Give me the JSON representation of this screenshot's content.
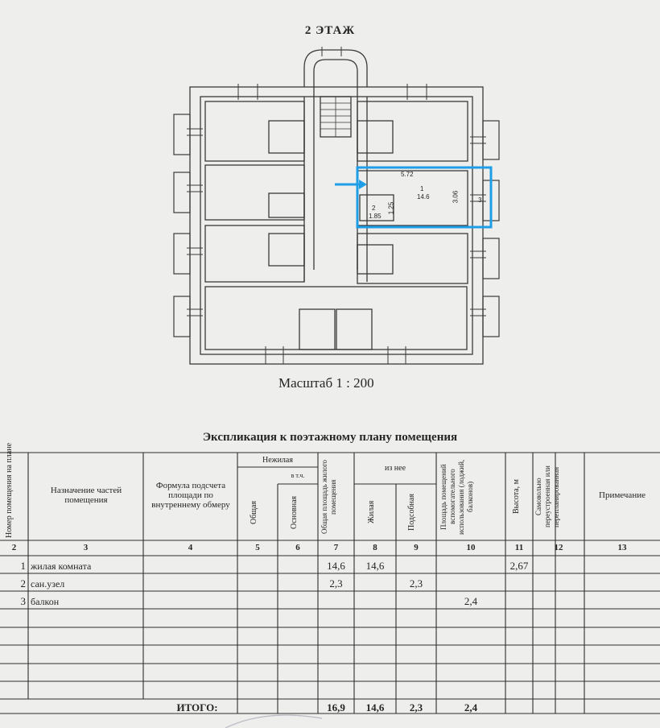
{
  "title": "2 ЭТАЖ",
  "scale": "Масштаб 1 : 200",
  "explication_title": "Экспликация к поэтажному плану помещения",
  "plan_labels": {
    "length": "5.72",
    "width": "3.06",
    "area": "14.6",
    "room_no": "1",
    "wc_no": "2",
    "wc_dim": "1.85",
    "wc_dim2": "1.25",
    "balcony_no": "3"
  },
  "headers": {
    "col1": "Номер помещения на плане",
    "col3": "Назначение частей помещения",
    "col4": "Формула подсчета площади по внутреннему обмеру",
    "nonresid": "Нежилая",
    "incl": "в т.ч.",
    "col5": "Общая",
    "col6": "Основная",
    "col7": "Общая площадь жилого помещения",
    "of_which": "из нее",
    "col8": "Жилая",
    "col9": "Подсобная",
    "col10": "Площадь помещений вспомогательного использования (лоджий, балконов)",
    "col11": "Высота, м",
    "col12": "Самовольно переустроенная или перепланированная",
    "col13": "Примечание"
  },
  "col_numbers": [
    "2",
    "3",
    "4",
    "5",
    "6",
    "7",
    "8",
    "9",
    "10",
    "11",
    "12",
    "13"
  ],
  "rows": [
    {
      "no": "1",
      "name": "жилая комната",
      "total": "14,6",
      "living": "14,6",
      "aux": "",
      "balcony": "",
      "height": "2,67"
    },
    {
      "no": "2",
      "name": "сан.узел",
      "total": "2,3",
      "living": "",
      "aux": "2,3",
      "balcony": "",
      "height": ""
    },
    {
      "no": "3",
      "name": "балкон",
      "total": "",
      "living": "",
      "aux": "",
      "balcony": "2,4",
      "height": ""
    }
  ],
  "totals": {
    "label": "ИТОГО:",
    "total": "16,9",
    "living": "14,6",
    "aux": "2,3",
    "balcony": "2,4"
  },
  "colors": {
    "highlight": "#1e9ee6",
    "ink": "#262626",
    "paper": "#eeeeec"
  }
}
